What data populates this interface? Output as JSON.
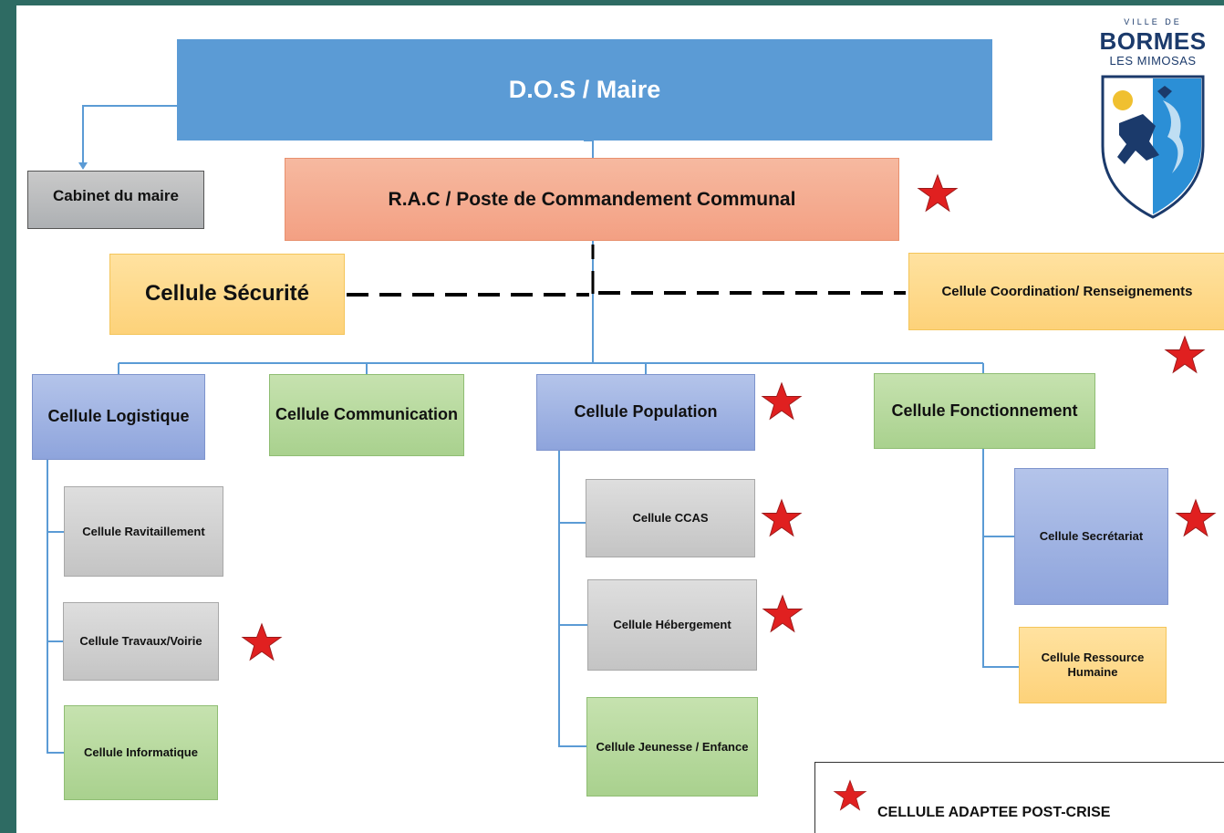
{
  "colors": {
    "background": "#2e6b63",
    "dos_blue": "#5b9bd5",
    "star_red": "#e02020"
  },
  "logo": {
    "ville": "VILLE DE",
    "bormes": "BORMES",
    "mimosas": "LES MIMOSAS",
    "emblem": "bormes-shield-emblem"
  },
  "nodes": {
    "dos": "D.O.S  /  Maire",
    "cabinet": "Cabinet du maire",
    "rac": "R.A.C    /  Poste de Commandement Communal",
    "securite": "Cellule Sécurité",
    "coordination": "Cellule Coordination/ Renseignements",
    "logistique": "Cellule Logistique",
    "communication": "Cellule Communication",
    "population": "Cellule Population",
    "fonctionnement": "Cellule Fonctionnement",
    "ravitaillement": "Cellule Ravitaillement",
    "travaux": "Cellule Travaux/Voirie",
    "informatique": "Cellule Informatique",
    "ccas": "Cellule CCAS",
    "hebergement": "Cellule Hébergement",
    "jeunesse": "Cellule Jeunesse / Enfance",
    "secretariat": "Cellule Secrétariat",
    "ressource": "Cellule Ressource Humaine"
  },
  "post_crisis_cells": [
    "rac",
    "coordination",
    "population",
    "ccas",
    "hebergement",
    "secretariat",
    "travaux"
  ],
  "legend": {
    "text": "CELLULE ADAPTEE POST-CRISE",
    "icon": "red-star-icon"
  }
}
